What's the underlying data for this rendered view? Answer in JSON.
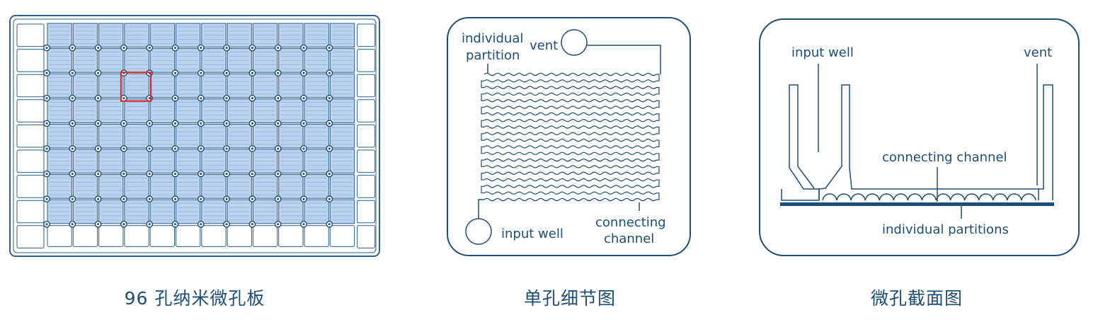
{
  "colors": {
    "primary": "#1d4e79",
    "line": "#2f5f8a",
    "fill": "#b9d3ef",
    "highlight": "#e0262a",
    "background": "#ffffff"
  },
  "plate": {
    "rows": 8,
    "cols": 12,
    "highlight_row": 2,
    "highlight_col": 3,
    "caption": "96 孔纳米微孔板"
  },
  "detail": {
    "caption": "单孔细节图",
    "labels": {
      "individual_partition": [
        "individual",
        "partition"
      ],
      "vent": "vent",
      "input_well": "input well",
      "connecting_channel": [
        "connecting",
        "channel"
      ]
    }
  },
  "section": {
    "caption": "微孔截面图",
    "labels": {
      "input_well": "input well",
      "vent": "vent",
      "connecting_channel": "connecting channel",
      "individual_partitions": "individual partitions"
    }
  }
}
